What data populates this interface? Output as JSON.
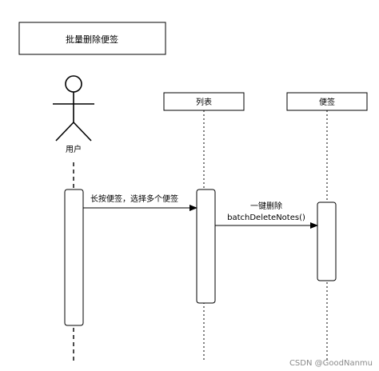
{
  "diagram": {
    "title": "批量删除便签",
    "actor": {
      "label": "用户"
    },
    "participants": [
      {
        "id": "list",
        "label": "列表"
      },
      {
        "id": "note",
        "label": "便签"
      }
    ],
    "messages": [
      {
        "from": "actor",
        "to": "list",
        "label": "长按便签，选择多个便签"
      },
      {
        "from": "list",
        "to": "note",
        "label_line1": "一键删除",
        "label_line2": "batchDeleteNotes()"
      }
    ]
  },
  "watermark": "CSDN @GoodNanmu"
}
